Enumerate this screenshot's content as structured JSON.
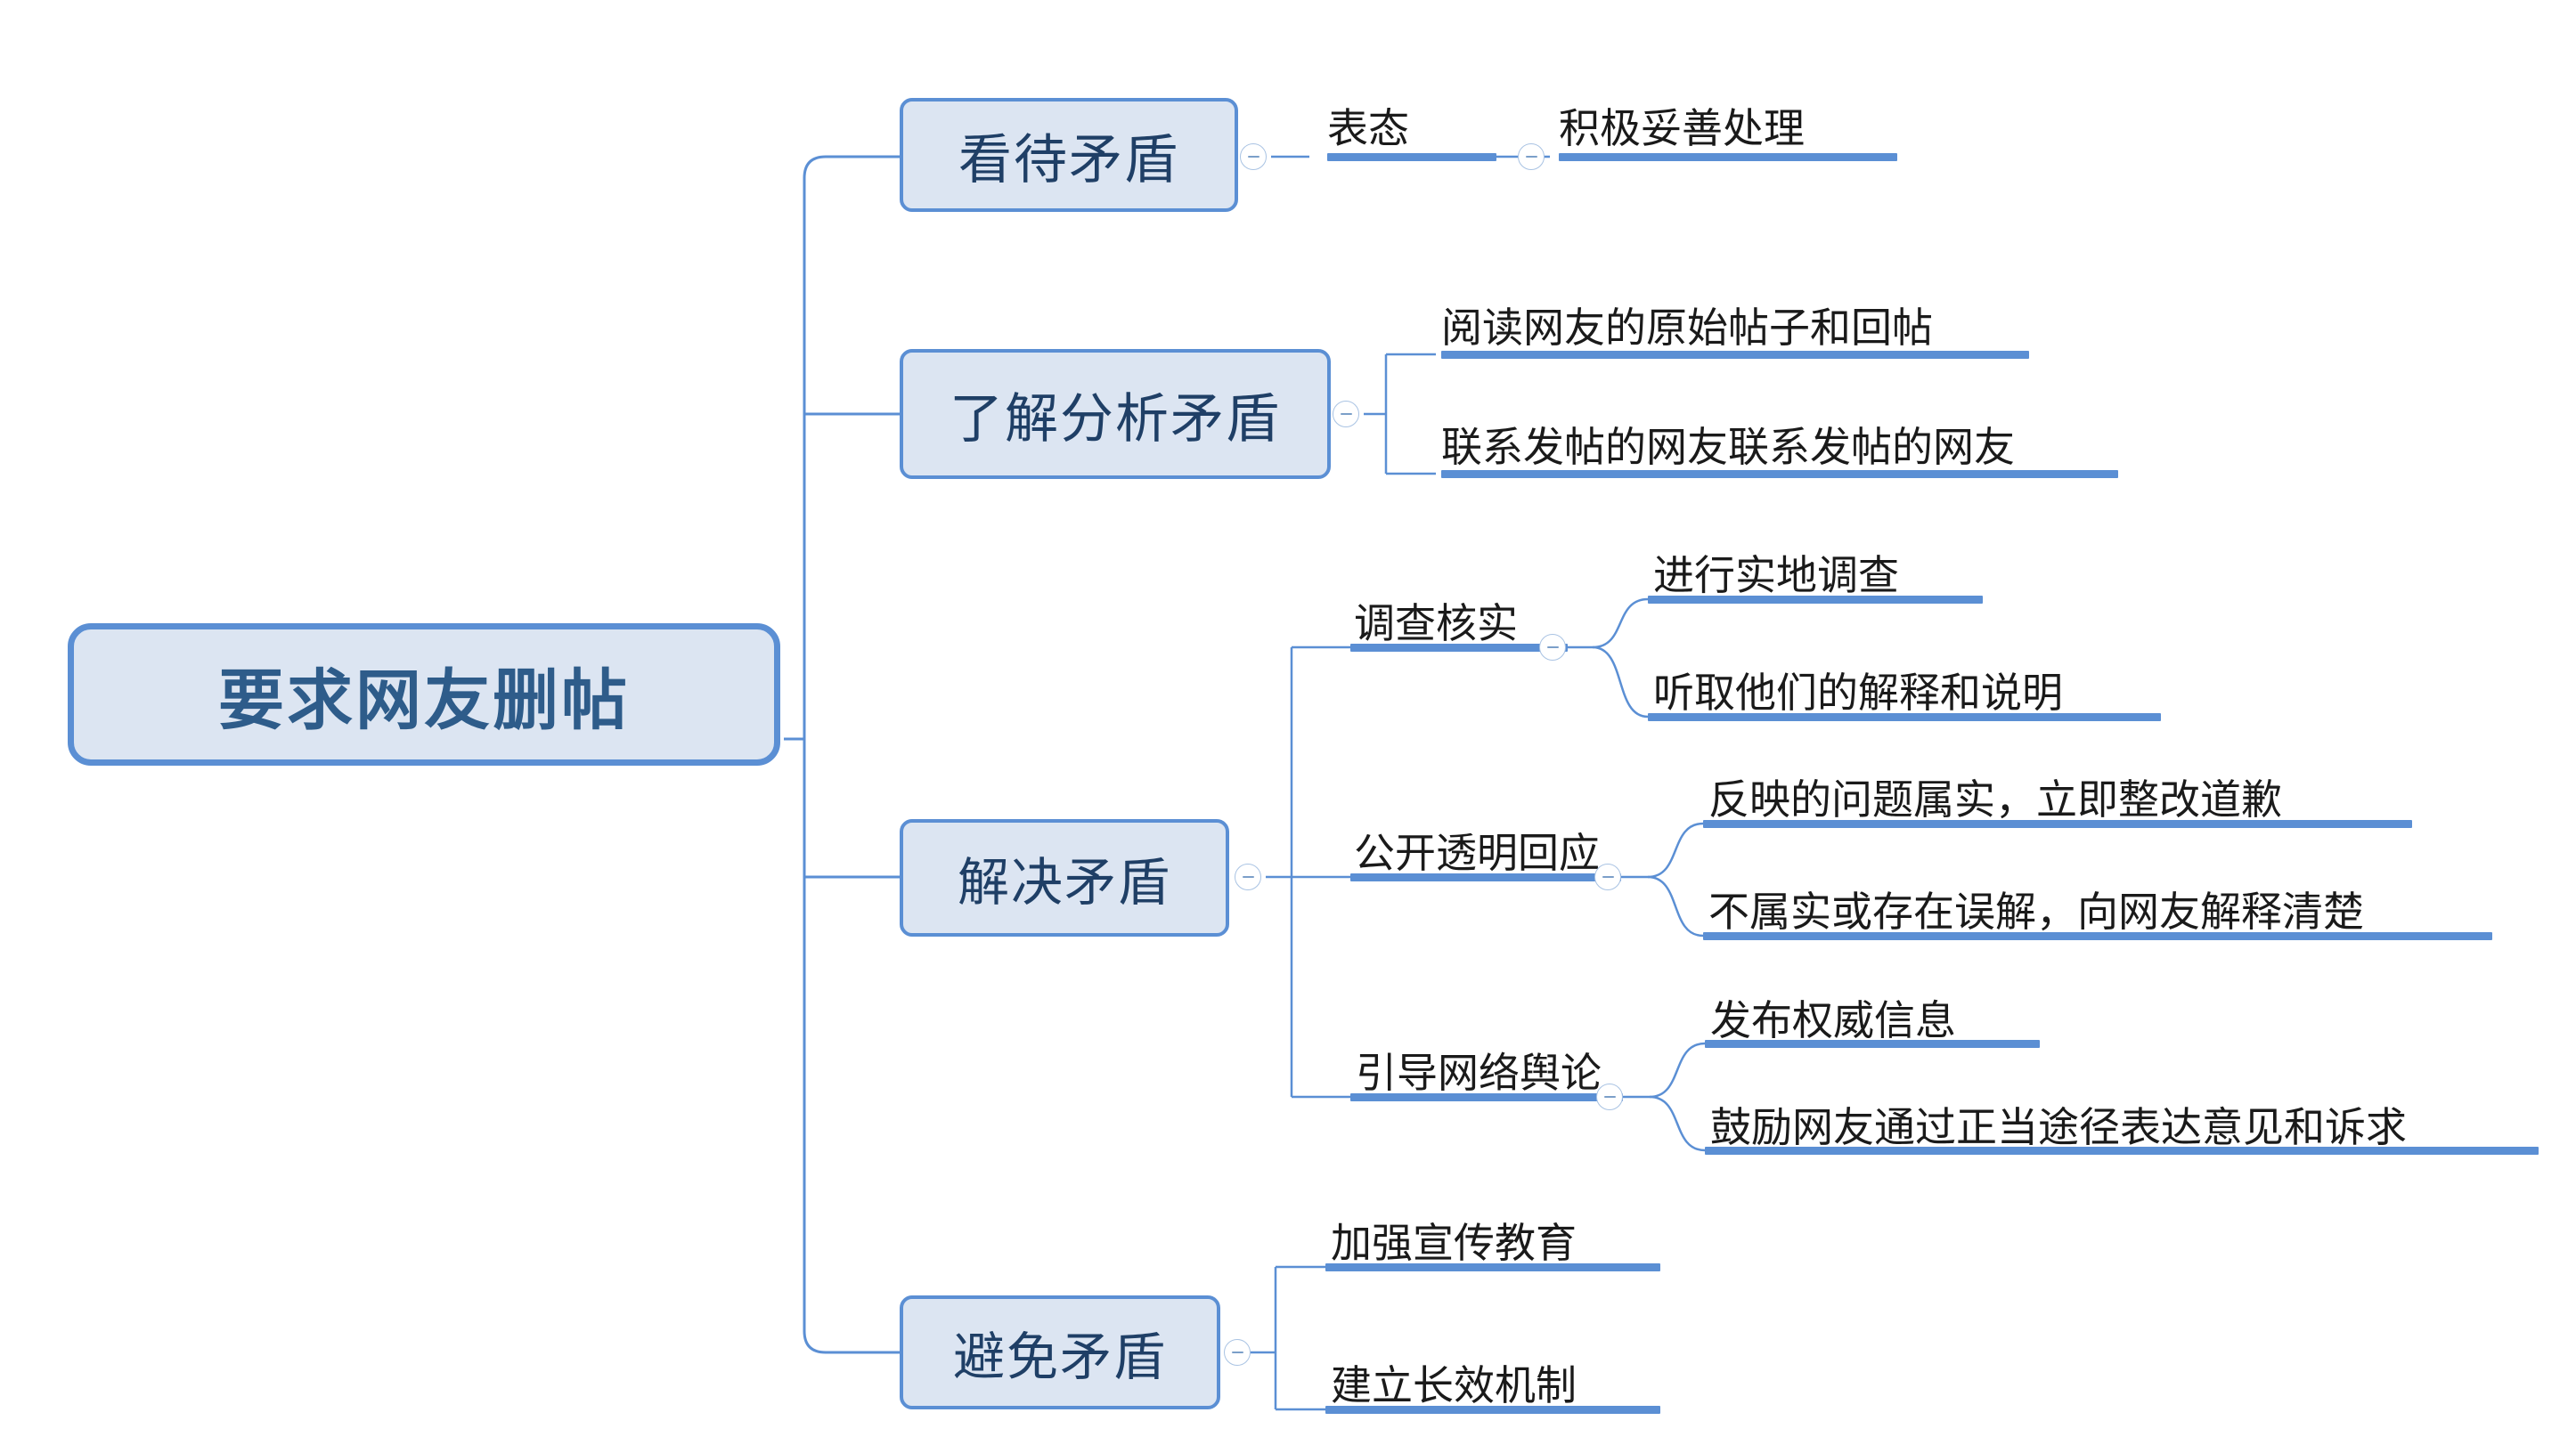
{
  "document": {
    "title": "要求网友删帖",
    "type": "mindmap"
  },
  "colors": {
    "node_fill": "#dce5f2",
    "node_border": "#5b8fd4",
    "underline": "#5b8fd4",
    "root_text": "#2e5c8a",
    "branch_text": "#1f3f66",
    "leaf_text": "#1a1a1a",
    "edge_line": "#5b8fd4",
    "toggle_border": "#a9c3e3",
    "canvas": "#ffffff"
  },
  "root": {
    "label": "要求网友删帖"
  },
  "branches": [
    {
      "id": "b1",
      "label": "看待矛盾",
      "toggle": "collapse-toggle",
      "children": [
        {
          "id": "b1c1",
          "label": "表态",
          "toggle": "collapse-toggle",
          "children": [
            {
              "id": "b1c1g1",
              "label": "积极妥善处理"
            }
          ]
        }
      ]
    },
    {
      "id": "b2",
      "label": "了解分析矛盾",
      "toggle": "collapse-toggle",
      "children": [
        {
          "id": "b2c1",
          "label": "阅读网友的原始帖子和回帖"
        },
        {
          "id": "b2c2",
          "label": "联系发帖的网友联系发帖的网友"
        }
      ]
    },
    {
      "id": "b3",
      "label": "解决矛盾",
      "toggle": "collapse-toggle",
      "children": [
        {
          "id": "b3c1",
          "label": "调查核实",
          "toggle": "collapse-toggle",
          "children": [
            {
              "id": "b3c1g1",
              "label": "进行实地调查"
            },
            {
              "id": "b3c1g2",
              "label": "听取他们的解释和说明"
            }
          ]
        },
        {
          "id": "b3c2",
          "label": "公开透明回应",
          "toggle": "collapse-toggle",
          "children": [
            {
              "id": "b3c2g1",
              "label": "反映的问题属实，立即整改道歉"
            },
            {
              "id": "b3c2g2",
              "label": "不属实或存在误解，向网友解释清楚"
            }
          ]
        },
        {
          "id": "b3c3",
          "label": "引导网络舆论",
          "toggle": "collapse-toggle",
          "children": [
            {
              "id": "b3c3g1",
              "label": "发布权威信息"
            },
            {
              "id": "b3c3g2",
              "label": "鼓励网友通过正当途径表达意见和诉求"
            }
          ]
        }
      ]
    },
    {
      "id": "b4",
      "label": "避免矛盾",
      "toggle": "collapse-toggle",
      "children": [
        {
          "id": "b4c1",
          "label": "加强宣传教育"
        },
        {
          "id": "b4c2",
          "label": "建立长效机制"
        }
      ]
    }
  ]
}
